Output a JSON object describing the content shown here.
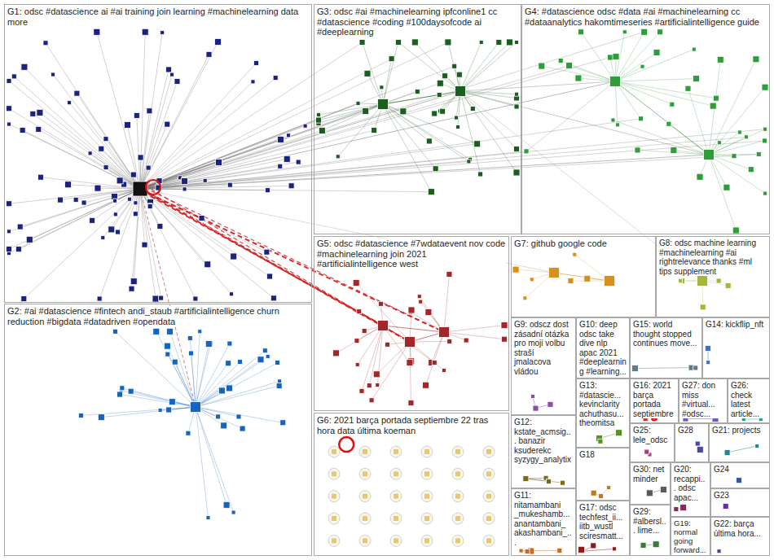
{
  "diagram": {
    "nodes": [
      {
        "text": [
          "G1: odsc #datascience ai #ai training join learning #machinelearning data more"
        ]
      },
      {
        "text": [
          "G3: odsc #ai #machinelearning ipfconline1 cc #datascience #coding #100daysofcode ai #deeplearning"
        ]
      },
      {
        "text": [
          "G4: #datascience odsc #data #ai #machinelearning cc #dataanalytics hakomtimeseries #artificialintelligence guide"
        ]
      },
      {
        "text": [
          "G5: odsc #datascience #7wdataevent nov code #machinelearning join 2021 #artificialintelligence west"
        ]
      },
      {
        "text": [
          "G7: github google code"
        ]
      },
      {
        "text": [
          "G8: odsc machine learning #machinelearning #ai rightrelevance thanks #ml tips supplement"
        ]
      },
      {
        "text": [
          "G9: odscz dost zásadní otázka pro moji volbu straší jmalacova vládou"
        ]
      },
      {
        "text": [
          "G10: deep odsc take dive nlp apac 2021 #deeplearning #learning..."
        ]
      },
      {
        "text": [
          "G15: world thought stopped continues move..."
        ]
      },
      {
        "text": [
          "G14: kickflip_nft"
        ]
      },
      {
        "text": [
          "G13: #datascie... kevinclarity achuthasu... theomitsa"
        ]
      },
      {
        "text": [
          "G16: 2021 barça portada septiembre"
        ]
      },
      {
        "text": [
          "G27: don miss #virtual... #odsc..."
        ]
      },
      {
        "text": [
          "G26: check latest article..."
        ]
      },
      {
        "text": [
          "G12: kstate_acmsig... banazir ksuderekc syzygy_analytix"
        ]
      },
      {
        "text": [
          "G25: lele_odsc"
        ]
      },
      {
        "text": [
          "G28"
        ]
      },
      {
        "text": [
          "G21: projects"
        ]
      },
      {
        "text": [
          "G18"
        ]
      },
      {
        "text": [
          "G30: net minder"
        ]
      },
      {
        "text": [
          "G20: recappi... odsc apac..."
        ]
      },
      {
        "text": [
          "G24"
        ]
      },
      {
        "text": [
          "G23"
        ]
      },
      {
        "text": [
          "G2: #ai #datascience #fintech andi_staub #artificialintelligence churn reduction #bigdata #datadriven #opendata"
        ]
      },
      {
        "text": [
          "G6: 2021 barça portada septiembre 22 tras hora data última koeman"
        ]
      },
      {
        "text": [
          "G11: nitamambani _mukeshamb... anantambani_ akashambani_..."
        ]
      },
      {
        "text": [
          "G17: odsc techfest_ii... iitb_wustl sciresmatt..."
        ]
      },
      {
        "text": [
          "G29: #albersl... lime..."
        ]
      },
      {
        "text": [
          "G19: normal going forward..."
        ]
      },
      {
        "text": [
          "G22: barça última hora..."
        ]
      }
    ]
  }
}
